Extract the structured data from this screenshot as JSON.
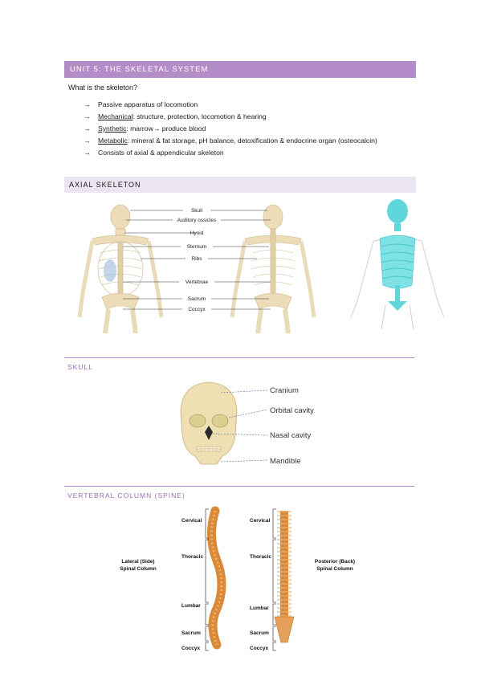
{
  "unit_header": "UNIT 5: THE SKELETAL SYSTEM",
  "question": "What is the skeleton?",
  "bullets": [
    {
      "arrow": "→",
      "term": "",
      "text": "Passive apparatus of locomotion"
    },
    {
      "arrow": "→",
      "term": "Mechanical",
      "text": ": structure, protection, locomotion & hearing"
    },
    {
      "arrow": "→",
      "term": "Synthetic",
      "text": ": marrow→ produce blood"
    },
    {
      "arrow": "→",
      "term": "Metabolic",
      "text": ": mineral & fat storage, pH balance, detoxification & endocrine organ (osteocalcin)"
    },
    {
      "arrow": "→",
      "term": "",
      "text": "Consists of axial & appendicular skeleton"
    }
  ],
  "axial": {
    "title": "AXIAL SKELETON",
    "labels": [
      "Skull",
      "Auditory ossicles",
      "Hyoid",
      "Sternum",
      "Ribs",
      "Vertebrae",
      "Sacrum",
      "Coccyx"
    ]
  },
  "skull": {
    "title": "SKULL",
    "labels": [
      "Cranium",
      "Orbital cavity",
      "Nasal cavity",
      "Mandible"
    ]
  },
  "spine": {
    "title": "VERTEBRAL COLUMN (SPINE)",
    "left_caption": [
      "Lateral (Side)",
      "Spinal Column"
    ],
    "right_caption": [
      "Posterior (Back)",
      "Spinal Column"
    ],
    "regions": [
      "Cervical",
      "Thoracic",
      "Lumbar",
      "Sacrum",
      "Coccyx"
    ]
  },
  "colors": {
    "accent": "#b48cc8",
    "accent_light": "#ece4f1",
    "bone": "#e6d3a8",
    "spine": "#d9893a",
    "highlight": "#5fd6dc"
  }
}
